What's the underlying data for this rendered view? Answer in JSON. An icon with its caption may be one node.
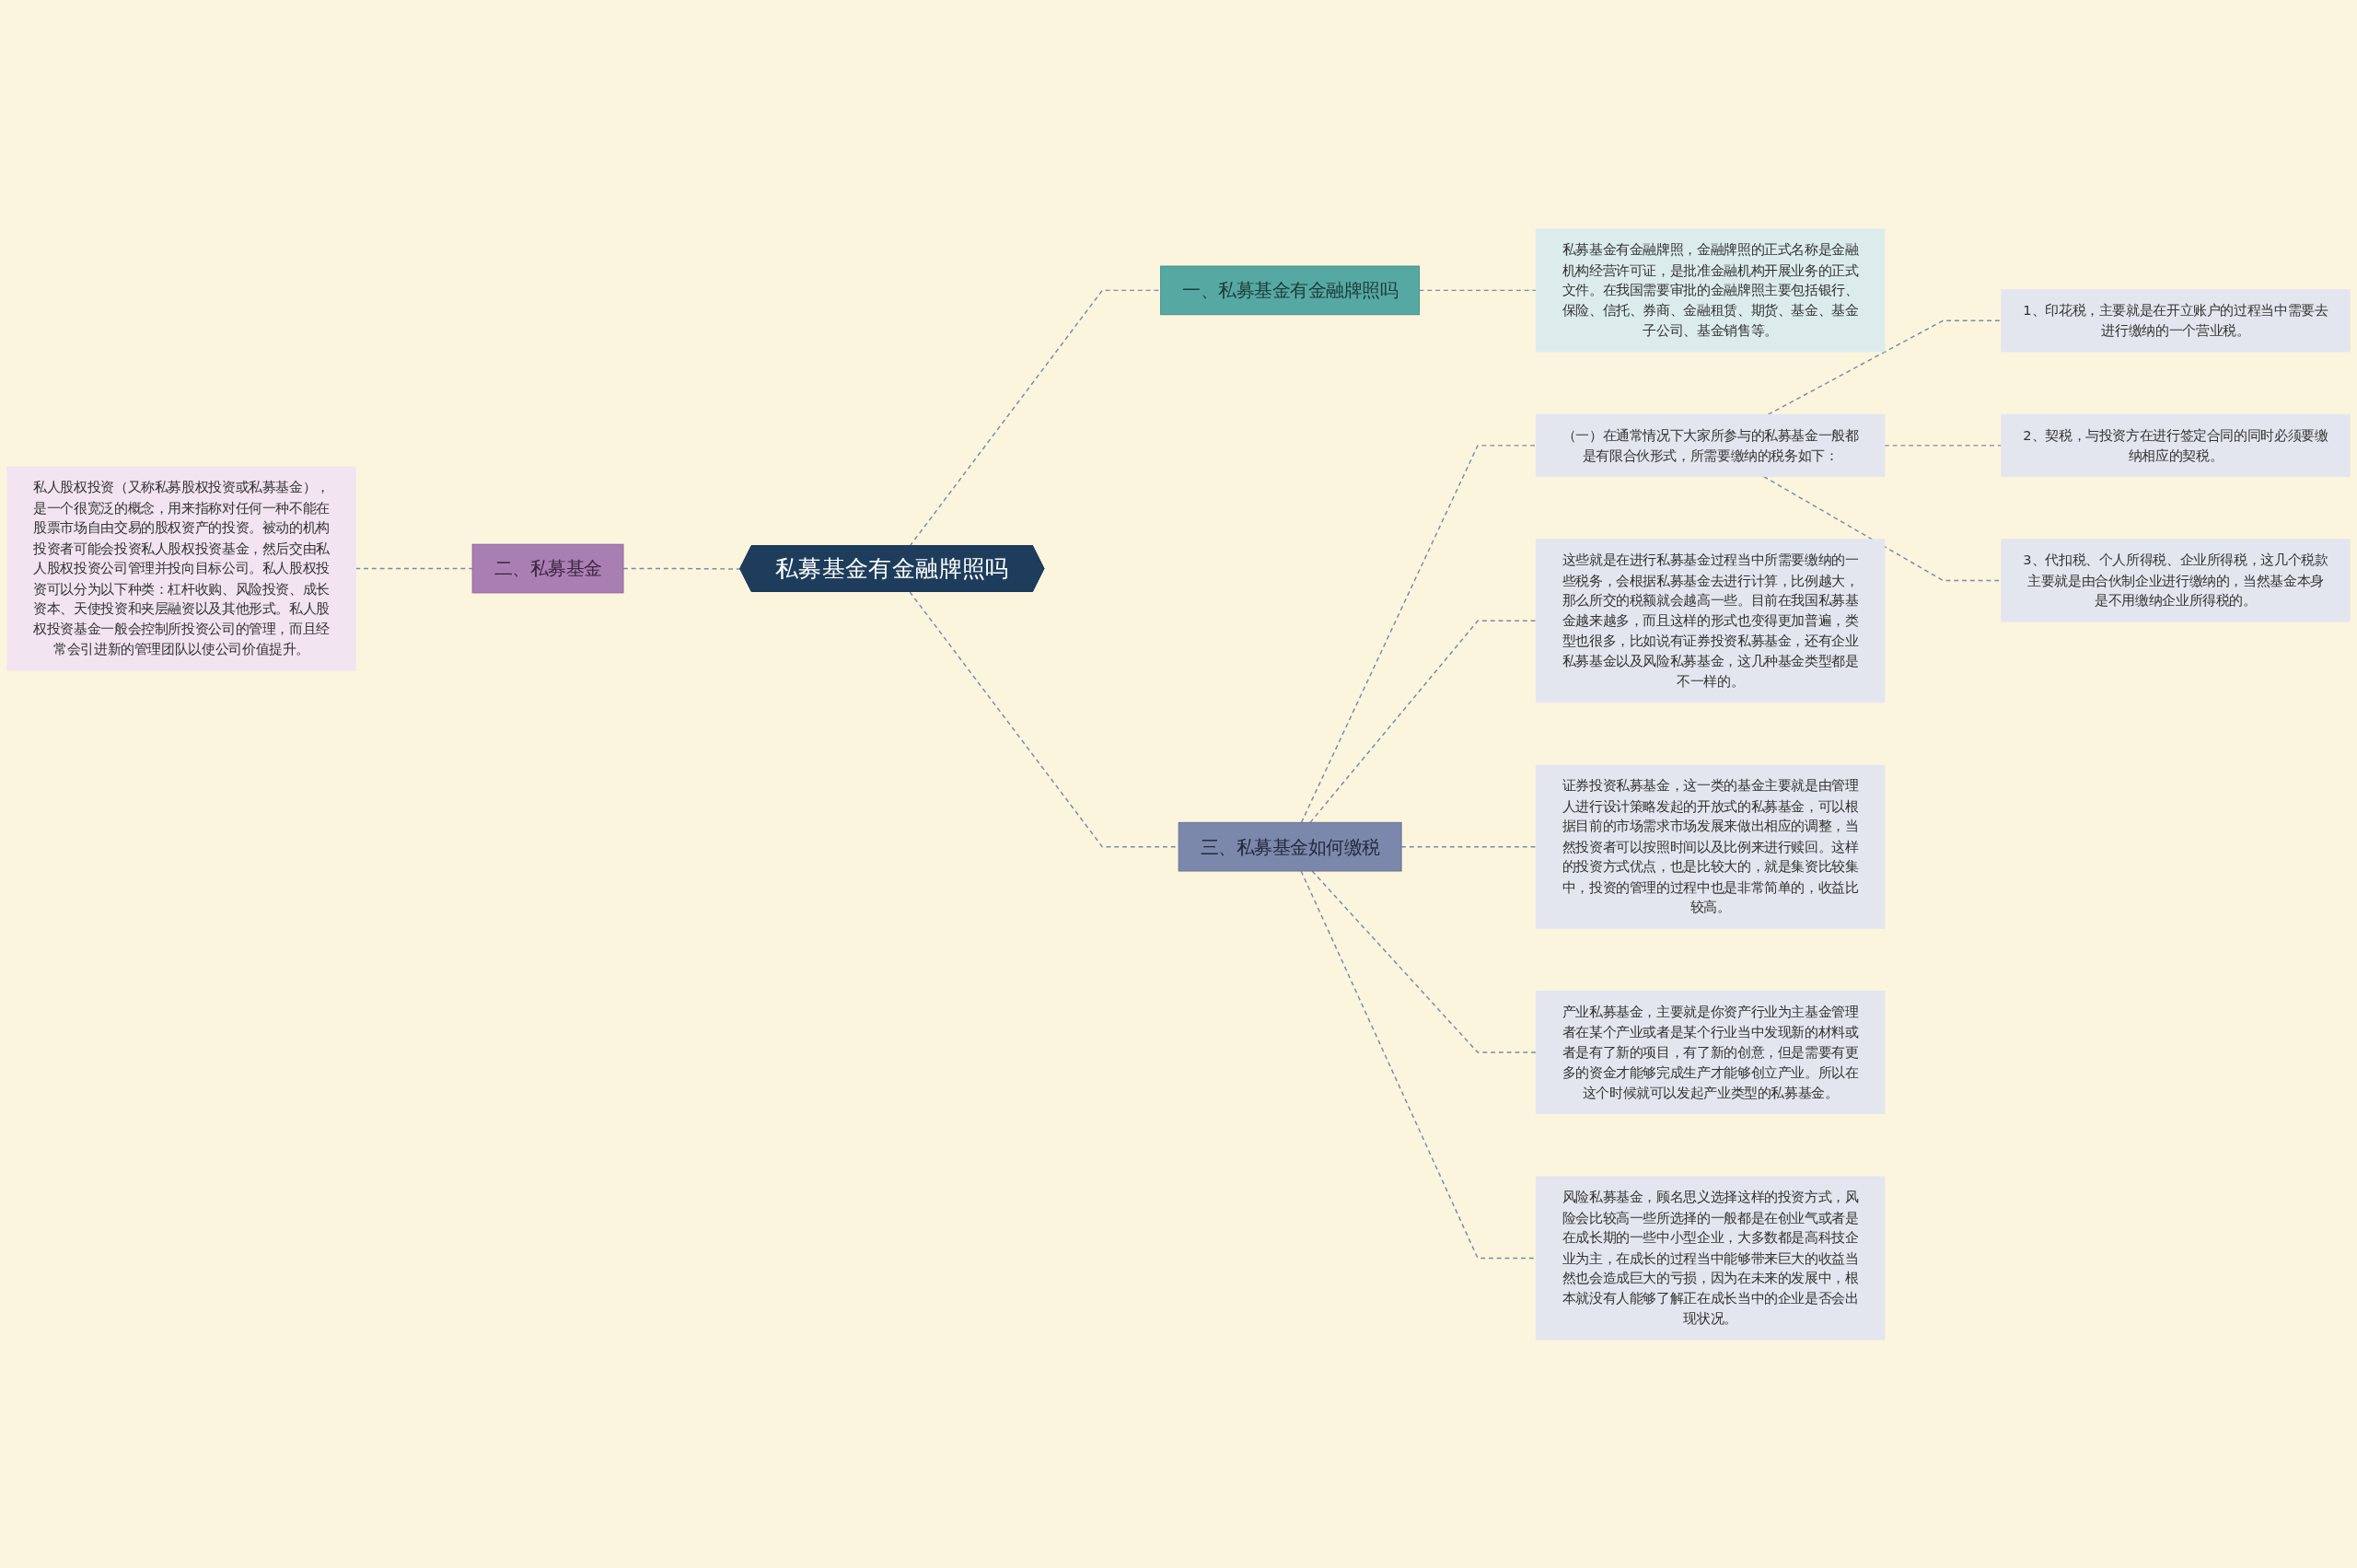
{
  "diagram": {
    "nodes": [
      {
        "text": [
          "私募基金有金融牌照吗"
        ]
      },
      {
        "text": [
          "一、私募基金有金融牌照吗"
        ]
      },
      {
        "text": [
          "私募基金有金融牌照，金融牌照的正式名称是金融机构经营许可证，是批准金融机构开展业务的正式文件。在我国需要审批的金融牌照主要包括银行、保险、信托、券商、金融租赁、期货、基金、基金子公司、基金销售等。"
        ]
      },
      {
        "text": [
          "二、私募基金"
        ]
      },
      {
        "text": [
          "私人股权投资（又称私募股权投资或私募基金），是一个很宽泛的概念，用来指称对任何一种不能在股票市场自由交易的股权资产的投资。被动的机构投资者可能会投资私人股权投资基金，然后交由私人股权投资公司管理并投向目标公司。私人股权投资可以分为以下种类：杠杆收购、风险投资、成长资本、天使投资和夹层融资以及其他形式。私人股权投资基金一般会控制所投资公司的管理，而且经常会引进新的管理团队以使公司价值提升。"
        ]
      },
      {
        "text": [
          "三、私募基金如何缴税"
        ]
      },
      {
        "text": [
          "（一）在通常情况下大家所参与的私募基金一般都是有限合伙形式，所需要缴纳的税务如下："
        ]
      },
      {
        "text": [
          "1、印花税，主要就是在开立账户的过程当中需要去进行缴纳的一个营业税。"
        ]
      },
      {
        "text": [
          "2、契税，与投资方在进行签定合同的同时必须要缴纳相应的契税。"
        ]
      },
      {
        "text": [
          "3、代扣税、个人所得税、企业所得税，这几个税款主要就是由合伙制企业进行缴纳的，当然基金本身是不用缴纳企业所得税的。"
        ]
      },
      {
        "text": [
          "这些就是在进行私募基金过程当中所需要缴纳的一些税务，会根据私募基金去进行计算，比例越大，那么所交的税额就会越高一些。目前在我国私募基金越来越多，而且这样的形式也变得更加普遍，类型也很多，比如说有证券投资私募基金，还有企业私募基金以及风险私募基金，这几种基金类型都是不一样的。"
        ]
      },
      {
        "text": [
          "证券投资私募基金，这一类的基金主要就是由管理人进行设计策略发起的开放式的私募基金，可以根据目前的市场需求市场发展来做出相应的调整，当然投资者可以按照时间以及比例来进行赎回。这样的投资方式优点，也是比较大的，就是集资比较集中，投资的管理的过程中也是非常简单的，收益比较高。"
        ]
      },
      {
        "text": [
          "产业私募基金，主要就是你资产行业为主基金管理者在某个产业或者是某个行业当中发现新的材料或者是有了新的项目，有了新的创意，但是需要有更多的资金才能够完成生产才能够创立产业。所以在这个时候就可以发起产业类型的私募基金。"
        ]
      },
      {
        "text": [
          "风险私募基金，顾名思义选择这样的投资方式，风险会比较高一些所选择的一般都是在创业气或者是在成长期的一些中小型企业，大多数都是高科技企业为主，在成长的过程当中能够带来巨大的收益当然也会造成巨大的亏损，因为在未来的发展中，根本就没有人能够了解正在成长当中的企业是否会出现状况。"
        ]
      }
    ],
    "edges": [
      {
        "from": 0,
        "to": 1,
        "arrow": "none",
        "style": "dashed"
      },
      {
        "from": 1,
        "to": 2,
        "arrow": "none",
        "style": "dashed"
      },
      {
        "from": 4,
        "to": 3,
        "arrow": "none",
        "style": "dashed"
      },
      {
        "from": 3,
        "to": 0,
        "arrow": "none",
        "style": "dashed"
      },
      {
        "from": 0,
        "to": 5,
        "arrow": "none",
        "style": "dashed"
      },
      {
        "from": 5,
        "to": 6,
        "arrow": "none",
        "style": "dashed"
      },
      {
        "from": 6,
        "to": 7,
        "arrow": "none",
        "style": "dashed"
      },
      {
        "from": 6,
        "to": 8,
        "arrow": "none",
        "style": "dashed"
      },
      {
        "from": 6,
        "to": 9,
        "arrow": "none",
        "style": "dashed"
      },
      {
        "from": 5,
        "to": 10,
        "arrow": "none",
        "style": "dashed"
      },
      {
        "from": 5,
        "to": 11,
        "arrow": "none",
        "style": "dashed"
      },
      {
        "from": 5,
        "to": 12,
        "arrow": "none",
        "style": "dashed"
      },
      {
        "from": 5,
        "to": 13,
        "arrow": "none",
        "style": "dashed"
      }
    ]
  }
}
